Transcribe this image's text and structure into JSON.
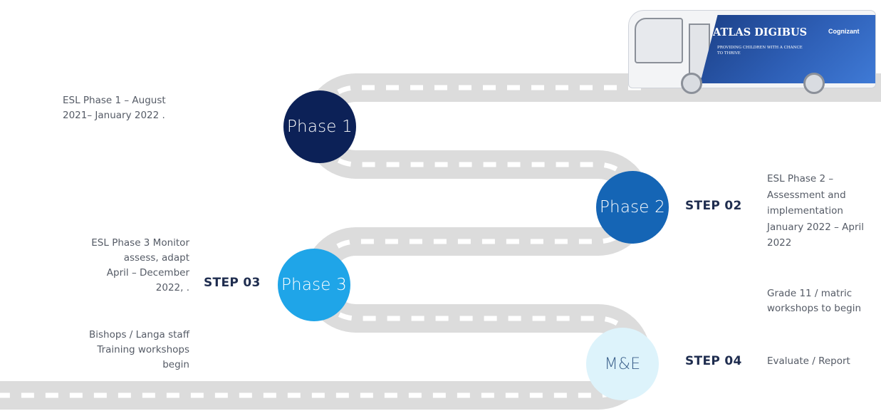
{
  "phases": {
    "phase1": {
      "label": "Phase 1",
      "color": "#0c2157"
    },
    "phase2": {
      "label": "Phase 2",
      "color": "#1565b5"
    },
    "phase3": {
      "label": "Phase 3",
      "color": "#1fa5e8"
    },
    "me": {
      "label": "M&E",
      "color": "#ddf3fb",
      "text_color": "#3a5f8a"
    }
  },
  "steps": {
    "step02": "STEP 02",
    "step03": "STEP 03",
    "step04": "STEP 04"
  },
  "texts": {
    "phase1_desc": [
      "ESL Phase 1 – August",
      "2021– January 2022 ."
    ],
    "phase2_desc": [
      "ESL Phase 2 –",
      "Assessment and",
      "implementation",
      "January 2022 – April",
      "2022"
    ],
    "phase3_desc": [
      "ESL Phase 3 Monitor",
      "assess,  adapt",
      "April – December",
      "2022, ."
    ],
    "grade11": [
      "Grade 11 / matric",
      "workshops to begin"
    ],
    "bishops": [
      "Bishops / Langa staff",
      "Training workshops",
      "begin"
    ],
    "evaluate": "Evaluate / Report"
  },
  "bus": {
    "title": "ATLAS DIGIBUS",
    "tagline": "PROVIDING CHILDREN WITH A CHANCE TO THRIVE",
    "brand": "Cognizant"
  },
  "colors": {
    "road": "#dcdcdc",
    "dash": "#ffffff",
    "text": "#555b66",
    "step": "#1f2d4f"
  }
}
